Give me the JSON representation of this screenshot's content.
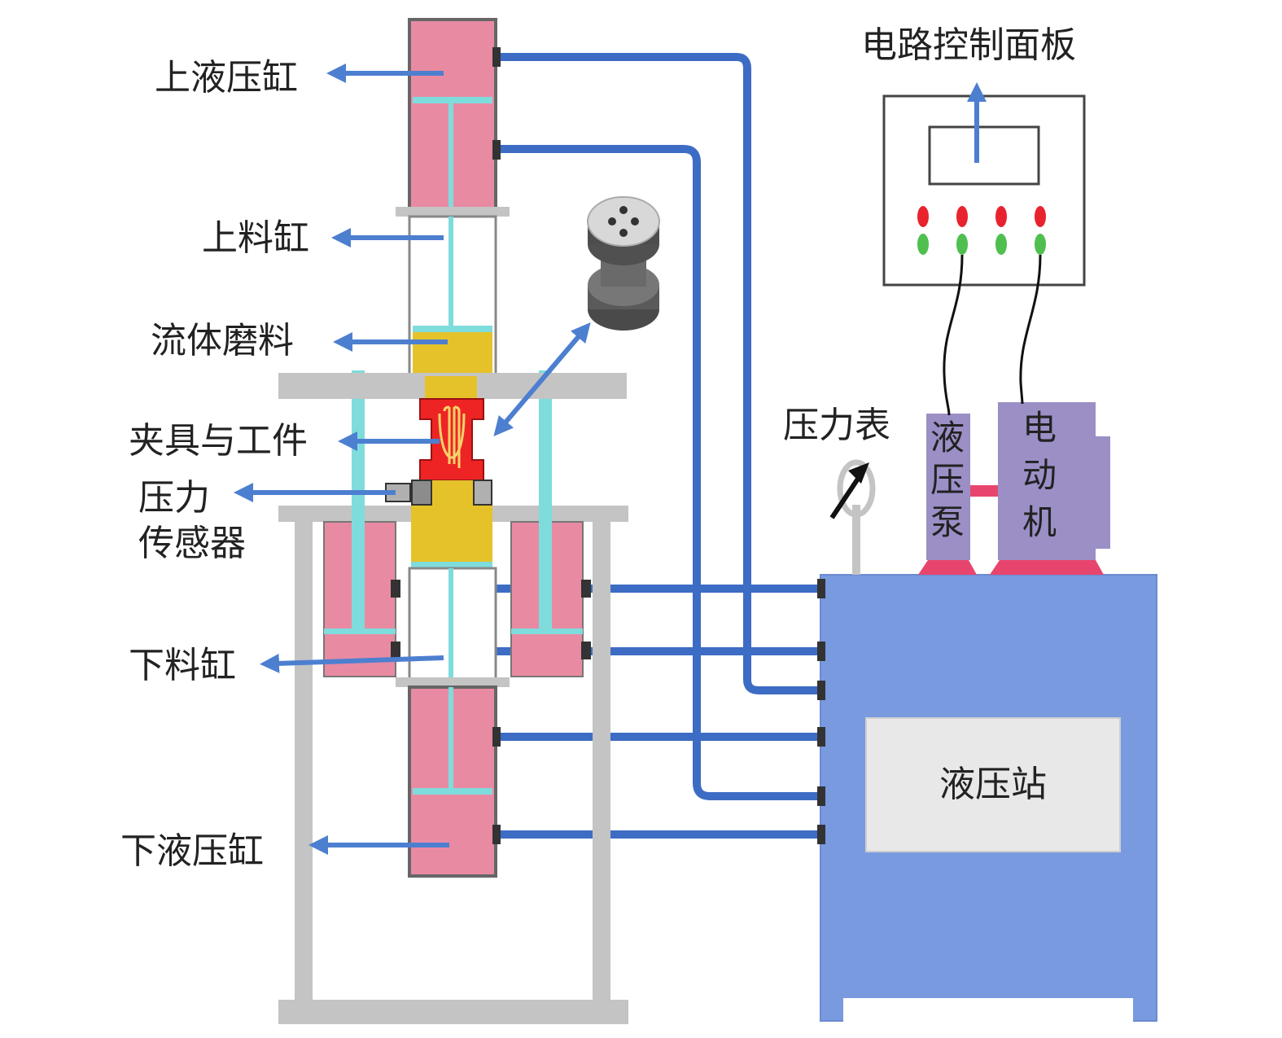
{
  "labels": {
    "upper_hydraulic_cylinder": "上液压缸",
    "upper_material_cylinder": "上料缸",
    "fluid_abrasive": "流体磨料",
    "fixture_workpiece": "夹具与工件",
    "pressure_sensor_line1": "压力",
    "pressure_sensor_line2": "传感器",
    "lower_material_cylinder": "下料缸",
    "lower_hydraulic_cylinder": "下液压缸",
    "circuit_control_panel": "电路控制面板",
    "pressure_gauge": "压力表",
    "hydraulic_pump_chars": [
      "液",
      "压",
      "泵"
    ],
    "motor_chars": [
      "电",
      "动",
      "机"
    ],
    "hydraulic_station": "液压站"
  },
  "colors": {
    "cylinder_pink": "#e98aa3",
    "frame_gray": "#c4c4c4",
    "abrasive_yellow": "#e6c22a",
    "fixture_red": "#ee2424",
    "rod_cyan": "#7fdcdc",
    "pipe_blue": "#3d6cc4",
    "station_blue": "#7a9ae0",
    "pump_motor_purple": "#9b8fc6",
    "arrow_blue": "#4d7fd0",
    "indicator_red": "#e8232e",
    "indicator_green": "#4fbf4f"
  }
}
